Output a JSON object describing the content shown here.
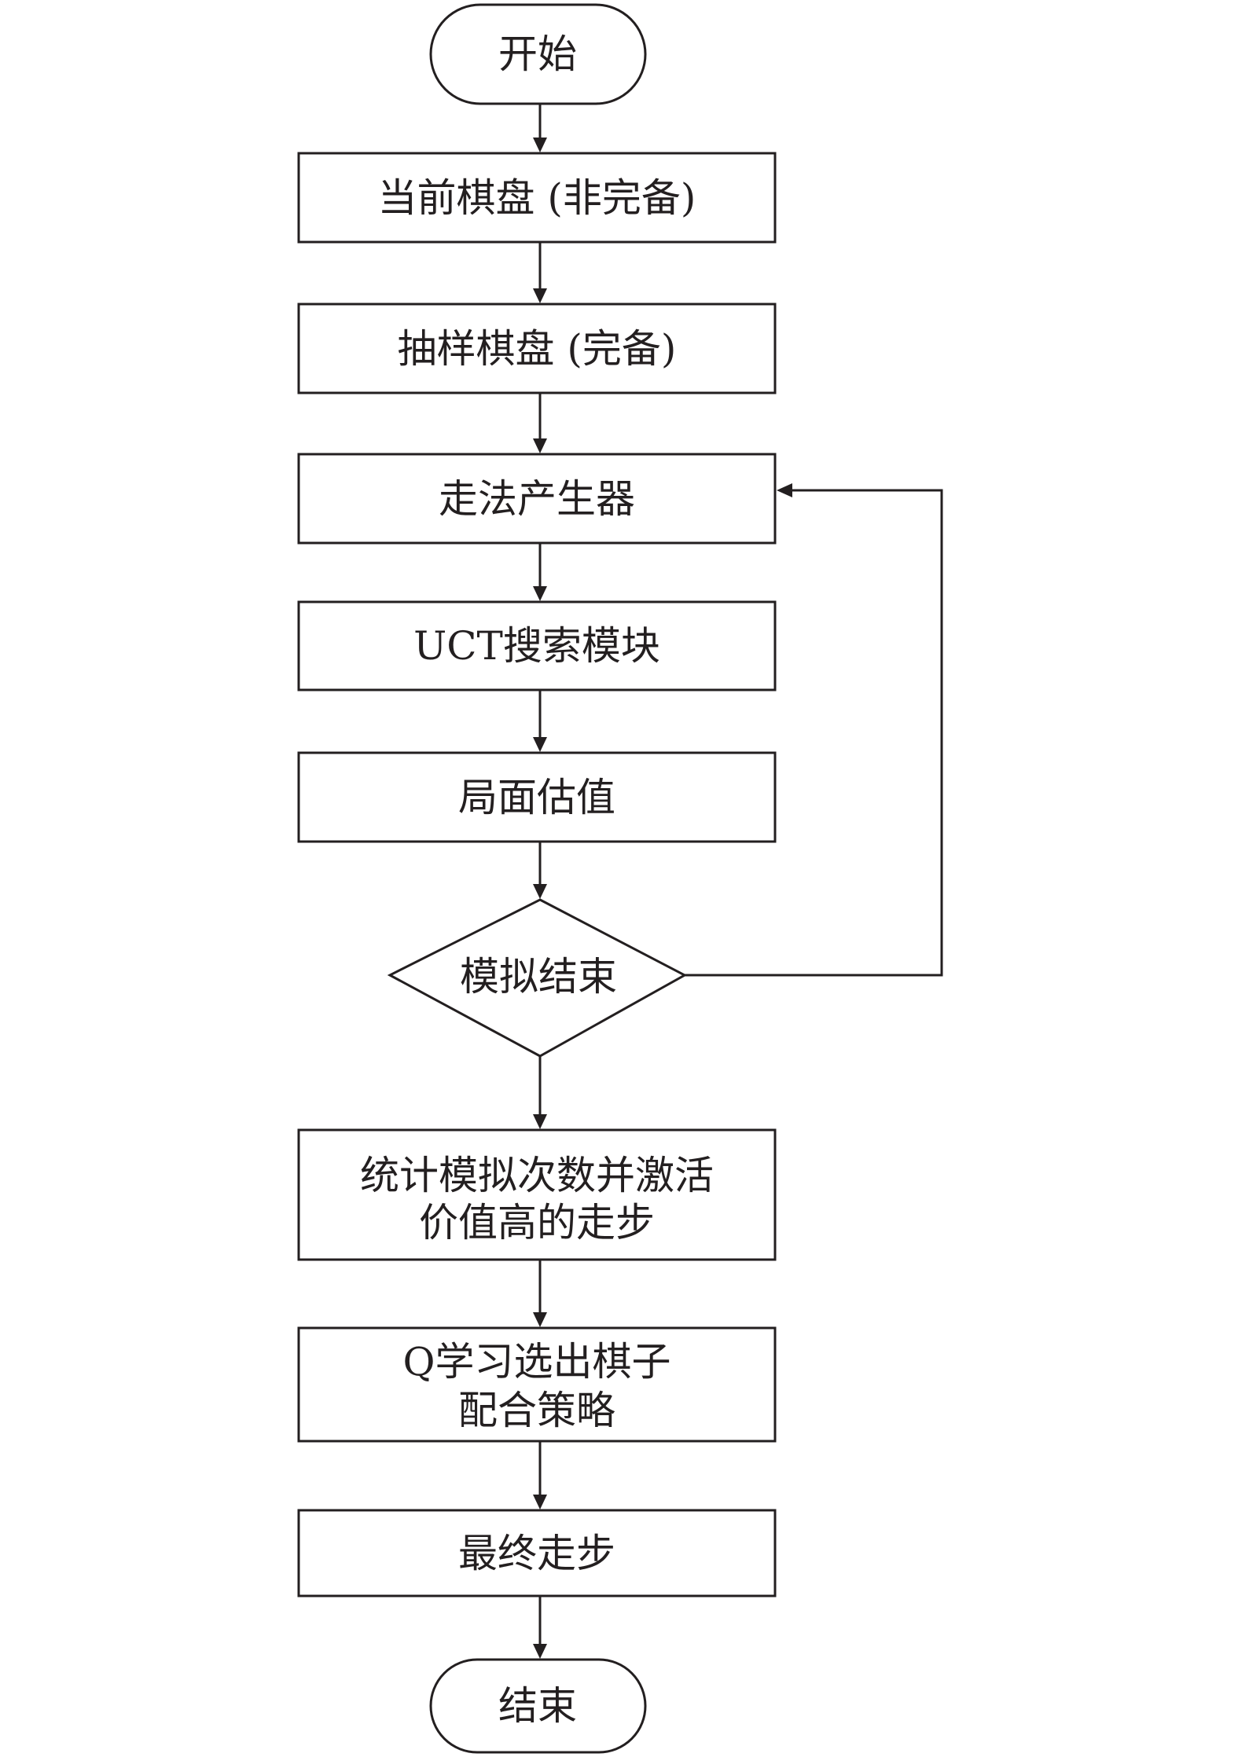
{
  "flowchart": {
    "start": {
      "label": "开始"
    },
    "step_board_incomplete": {
      "label": "当前棋盘 (非完备)"
    },
    "step_board_sampled": {
      "label": "抽样棋盘 (完备)"
    },
    "step_move_generator": {
      "label": "走法产生器"
    },
    "step_uct_search": {
      "label": "UCT搜索模块"
    },
    "step_evaluation": {
      "label": "局面估值"
    },
    "decision_simulation_end": {
      "label": "模拟结束"
    },
    "step_statistics": {
      "lines": [
        "统计模拟次数并激活",
        "价值高的走步"
      ]
    },
    "step_q_learning": {
      "lines": [
        "Q学习选出棋子",
        "配合策略"
      ]
    },
    "step_final_move": {
      "label": "最终走步"
    },
    "end": {
      "label": "结束"
    }
  }
}
